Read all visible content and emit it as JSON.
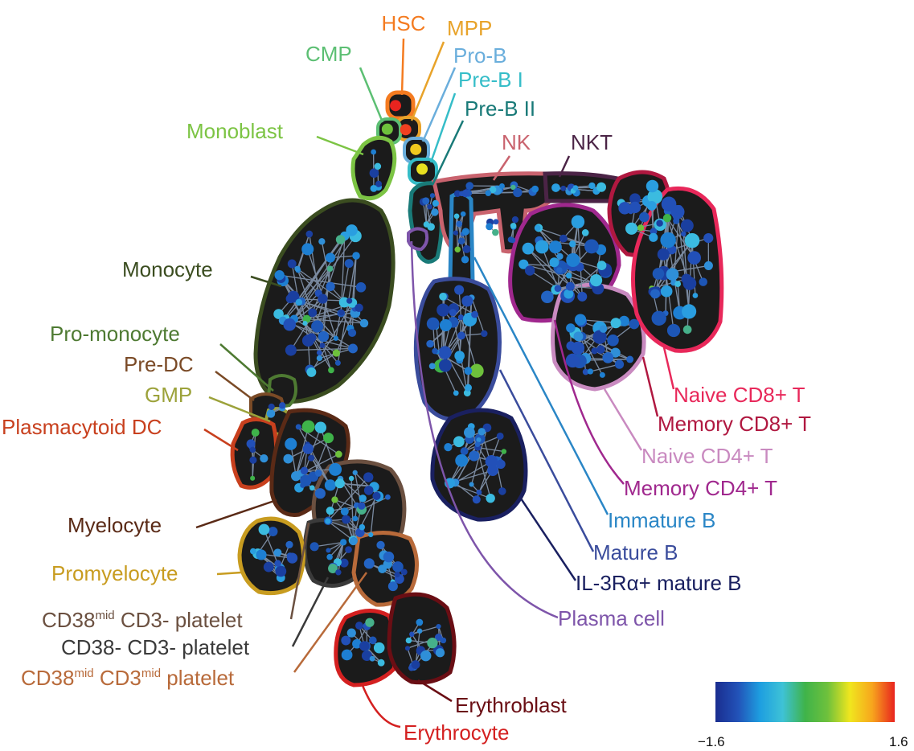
{
  "labels": {
    "hsc": "HSC",
    "mpp": "MPP",
    "cmp": "CMP",
    "pro_b": "Pro-B",
    "pre_b_i": "Pre-B I",
    "pre_b_ii": "Pre-B II",
    "monoblast": "Monoblast",
    "nk": "NK",
    "nkt": "NKT",
    "monocyte": "Monocyte",
    "pro_monocyte": "Pro-monocyte",
    "pre_dc": "Pre-DC",
    "gmp": "GMP",
    "plasmacytoid_dc": "Plasmacytoid DC",
    "naive_cd8_t": "Naive CD8+ T",
    "memory_cd8_t": "Memory CD8+ T",
    "naive_cd4_t": "Naive CD4+ T",
    "memory_cd4_t": "Memory CD4+ T",
    "immature_b": "Immature B",
    "myelocyte": "Myelocyte",
    "mature_b": "Mature B",
    "promyelocyte": "Promyelocyte",
    "il3ra_mature_b": "IL-3Rα+ mature B",
    "plasma_cell": "Plasma cell",
    "cd38mid_cd3neg_platelet": {
      "a": "CD38",
      "b": "mid",
      "c": " CD3- platelet"
    },
    "cd38neg_cd3neg_platelet": "CD38- CD3- platelet",
    "cd38mid_cd3mid_platelet": {
      "a": "CD38",
      "b": "mid",
      "c": " CD3",
      "d": "mid",
      "e": " platelet"
    },
    "erythroblast": "Erythroblast",
    "erythrocyte": "Erythrocyte"
  },
  "colorbar": {
    "min_label": "−1.6",
    "max_label": "1.6",
    "stops": [
      "#1a2d8f",
      "#2252b8",
      "#1e9fe0",
      "#3ec2d6",
      "#3fb34a",
      "#6ec13c",
      "#f0e61e",
      "#f7a51d",
      "#e8241f"
    ]
  },
  "colors": {
    "hsc": "#f47b20",
    "mpp": "#e8a32a",
    "cmp": "#5cbf73",
    "pro_b": "#6aaedc",
    "pre_b_i": "#35bdc8",
    "pre_b_ii": "#197a78",
    "monoblast": "#7cc444",
    "nk": "#c9636e",
    "nkt": "#4b2446",
    "monocyte": "#3b4d20",
    "pro_monocyte": "#4e7a32",
    "pre_dc": "#7a4a26",
    "gmp": "#9ca23a",
    "plasmacytoid_dc": "#c8401e",
    "naive_cd8_t": "#e8285a",
    "memory_cd8_t": "#b01840",
    "naive_cd4_t": "#c98ac0",
    "memory_cd4_t": "#a0288e",
    "immature_b": "#2a86c6",
    "myelocyte": "#5a2a16",
    "mature_b": "#3a4c9c",
    "promyelocyte": "#c89c20",
    "il3ra_mature_b": "#1a2060",
    "plasma_cell": "#7e55aa",
    "cd38mid_cd3neg_platelet": "#6b5040",
    "cd38neg_cd3neg_platelet": "#3a3a3a",
    "cd38mid_cd3mid_platelet": "#b86a3a",
    "erythroblast": "#6a0e14",
    "erythrocyte": "#d42020"
  }
}
